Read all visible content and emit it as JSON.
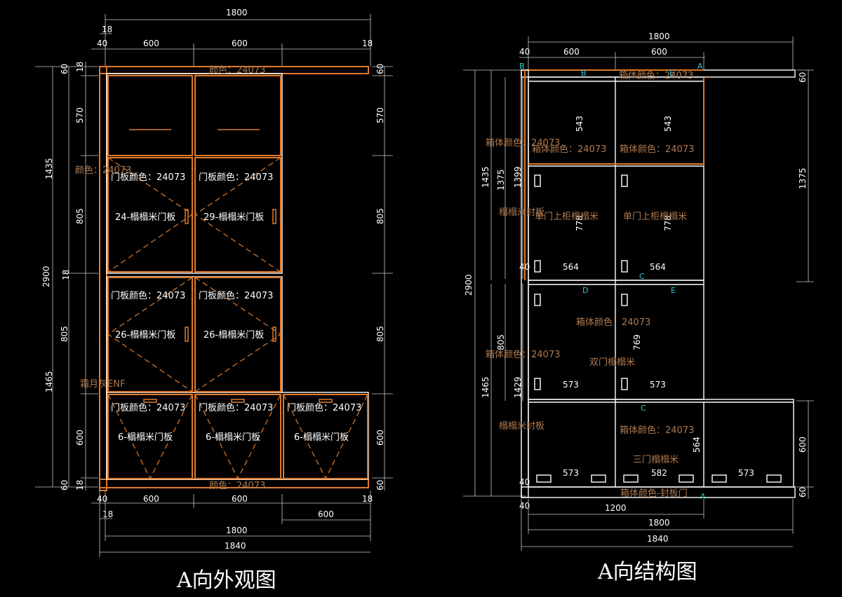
{
  "titles": {
    "left": "A向外观图",
    "right": "A向结构图"
  },
  "left": {
    "dims_top": {
      "total": "1800",
      "left_18": "18",
      "left_40": "40",
      "col1": "600",
      "col2": "600",
      "right_18": "18"
    },
    "dims_bottom": {
      "left_40": "40",
      "col1": "600",
      "col2": "600",
      "right_18": "18",
      "left_18": "18",
      "col3": "600",
      "total_1800": "1800",
      "total_1840": "1840"
    },
    "dims_left": {
      "total": "2900",
      "upper": "1435",
      "lower": "1465",
      "a60": "60",
      "a18": "18",
      "h570": "570",
      "h805a": "805",
      "m18": "18",
      "h805b": "805",
      "h600": "600",
      "b18": "18",
      "b60": "60"
    },
    "dims_right": {
      "r60": "60",
      "r570": "570",
      "r805a": "805",
      "r805b": "805",
      "r600": "600",
      "r60b": "60"
    },
    "labels": {
      "top_color": "颜色：24073",
      "side_color": "颜色：24073",
      "door_color": "门板颜色：24073",
      "door_24": "24-榻榻米门板",
      "door_29": "29-榻榻米门板",
      "door_26": "26-榻榻米门板",
      "door_6": "6-榻榻米门板",
      "frost": "霜月灰ENF",
      "bottom_color": "颜色：24073"
    }
  },
  "right": {
    "dims_top": {
      "total": "1800",
      "left_40": "40",
      "col1": "600",
      "col2": "600"
    },
    "dims_left": {
      "total": "2900",
      "upper": "1435",
      "lower": "1465",
      "h1375": "1375",
      "h1399": "1399",
      "h805": "805",
      "h1429": "1429",
      "b40": "40"
    },
    "dims_right": {
      "r60": "60",
      "r1375": "1375",
      "r600": "600",
      "r60b": "60"
    },
    "dims_inner": {
      "h543a": "543",
      "h543b": "543",
      "h778a": "778",
      "h778b": "778",
      "w564a": "564",
      "w564b": "564",
      "h769": "769",
      "w573a": "573",
      "w573b": "573",
      "h564": "564",
      "w573c": "573",
      "w582": "582",
      "w573d": "573",
      "d40a": "40",
      "d40b": "40",
      "d40c": "40"
    },
    "dims_bottom": {
      "w1200": "1200",
      "w1800": "1800",
      "w1840": "1840"
    },
    "labels": {
      "top_note": "箱体颜色：24073",
      "box_color_side": "箱体颜色：24073",
      "box_color_1": "箱体颜色：24073",
      "box_color_2": "箱体颜色：24073",
      "seal": "榻榻米封板",
      "single_door_1": "单门上柜榻榻米",
      "single_door_2": "单门上柜榻榻米",
      "box_color_mid": "箱体颜色：24073",
      "box_color_side2": "箱体颜色：24073",
      "double_door": "双门榻榻米",
      "seal2": "榻榻米封板",
      "box_color_low": "箱体颜色：24073",
      "triple_door": "三门榻榻米",
      "bottom_note": "箱体颜色-封板门"
    },
    "markers": {
      "A1": "A",
      "B1": "B",
      "B2": "B",
      "E1": "E",
      "C1": "C",
      "D1": "D",
      "E2": "E",
      "C2": "C",
      "A2": "A"
    }
  }
}
